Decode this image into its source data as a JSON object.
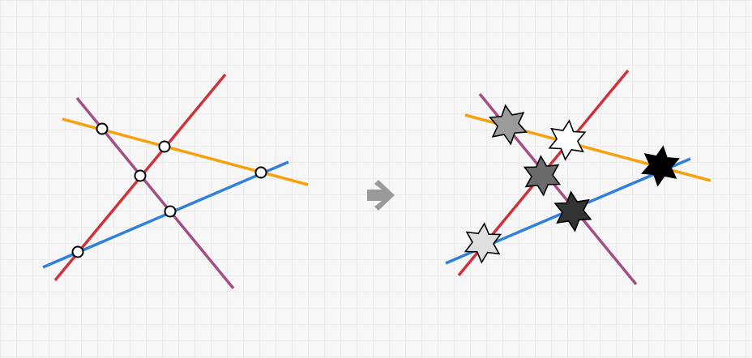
{
  "colors": {
    "red": "#d1313a",
    "purple": "#a24f86",
    "orange": "#f7a010",
    "blue": "#2f7fdb",
    "arrow": "#9a9a9a",
    "node_fill": "#ffffff",
    "outline": "#000000"
  },
  "left_panel": {
    "lines": [
      "red-line",
      "purple-line",
      "orange-line",
      "blue-line"
    ],
    "intersection_markers": {
      "shape": "circle",
      "count": 6
    }
  },
  "arrow": {
    "icon": "right-arrow-icon"
  },
  "right_panel": {
    "lines": [
      "red-line",
      "purple-line",
      "orange-line",
      "blue-line"
    ],
    "star_markers": {
      "shape": "six-point-star",
      "count": 6,
      "fills": [
        "#9b9b9b",
        "#ffffff",
        "#6b6b6b",
        "#000000",
        "#333333",
        "#dedede"
      ]
    }
  }
}
